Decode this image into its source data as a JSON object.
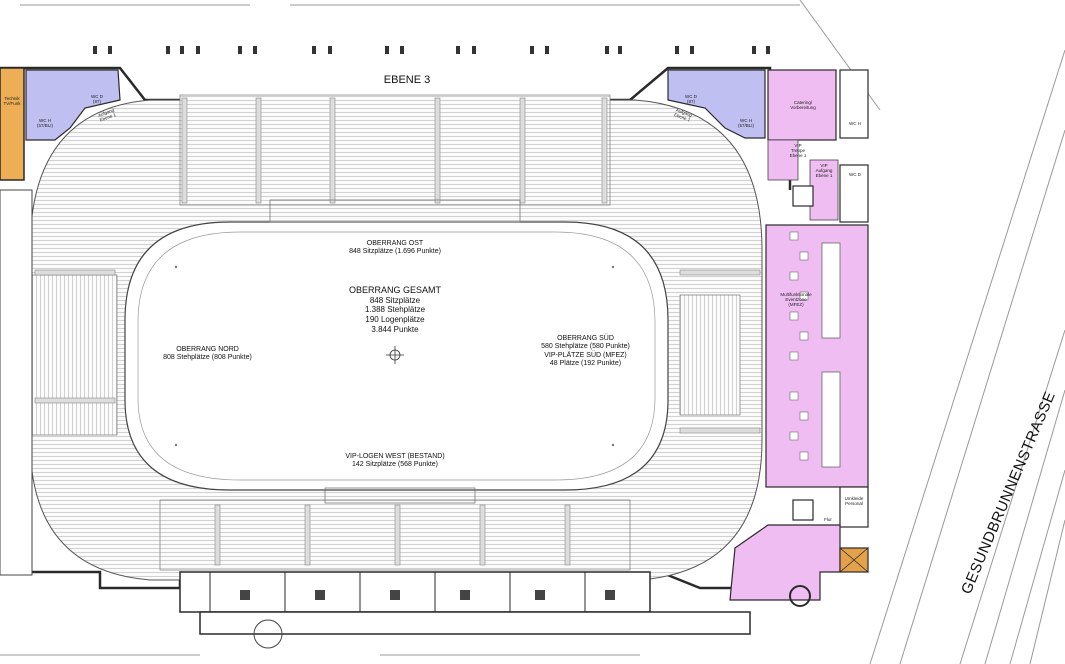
{
  "level_title": "EBENE 3",
  "street_name": "GESUNDBRUNNENSTRASSE",
  "colors": {
    "vip_pink": "#f0bdf2",
    "wc_lavender": "#bfbff2",
    "technik_orange": "#eeae55",
    "stair_orange": "#e2a14a",
    "wall_dark": "#2a2a2a"
  },
  "stands": {
    "ost": {
      "title": "OBERRANG OST",
      "detail": "848 Sitzplätze (1.696 Punkte)"
    },
    "nord": {
      "title": "OBERRANG NORD",
      "detail": "808 Stehplätze (808 Punkte)"
    },
    "sued": {
      "title": "OBERRANG SÜD",
      "detail": "580 Stehplätze (580 Punkte)",
      "vip_title": "VIP-PLÄTZE SÜD (MFEZ)",
      "vip_detail": "48 Plätze (192 Punkte)"
    },
    "west": {
      "title": "VIP-LOGEN WEST (BESTAND)",
      "detail": "142 Sitzplätze (568 Punkte)"
    }
  },
  "total": {
    "title": "OBERRANG GESAMT",
    "lines": [
      "848 Sitzplätze",
      "1.388 Stehplätze",
      "190 Logenplätze",
      "3.844 Punkte"
    ]
  },
  "rooms": {
    "technik": [
      "Technik",
      "TV/Funk"
    ],
    "wc_d": [
      "WC D",
      "(87)"
    ],
    "wc_h": [
      "WC H",
      "(57/BLI)"
    ],
    "aufgang": [
      "Aufgang",
      "Ebene 1"
    ],
    "catering": [
      "Catering/",
      "Vorbereitung"
    ],
    "vip_treppe": [
      "VIP",
      "Treppe",
      "Ebene 1"
    ],
    "vip_aufgang": [
      "VIP",
      "Aufgang",
      "Ebene 1"
    ],
    "wc_h_small": "WC H",
    "wc_d_small": "WC D",
    "mfez": [
      "Multifunktionale",
      "Eventzone",
      "(MFEZ)"
    ],
    "umkleide": [
      "Umkleide",
      "Personal"
    ],
    "flur": "Flur"
  }
}
